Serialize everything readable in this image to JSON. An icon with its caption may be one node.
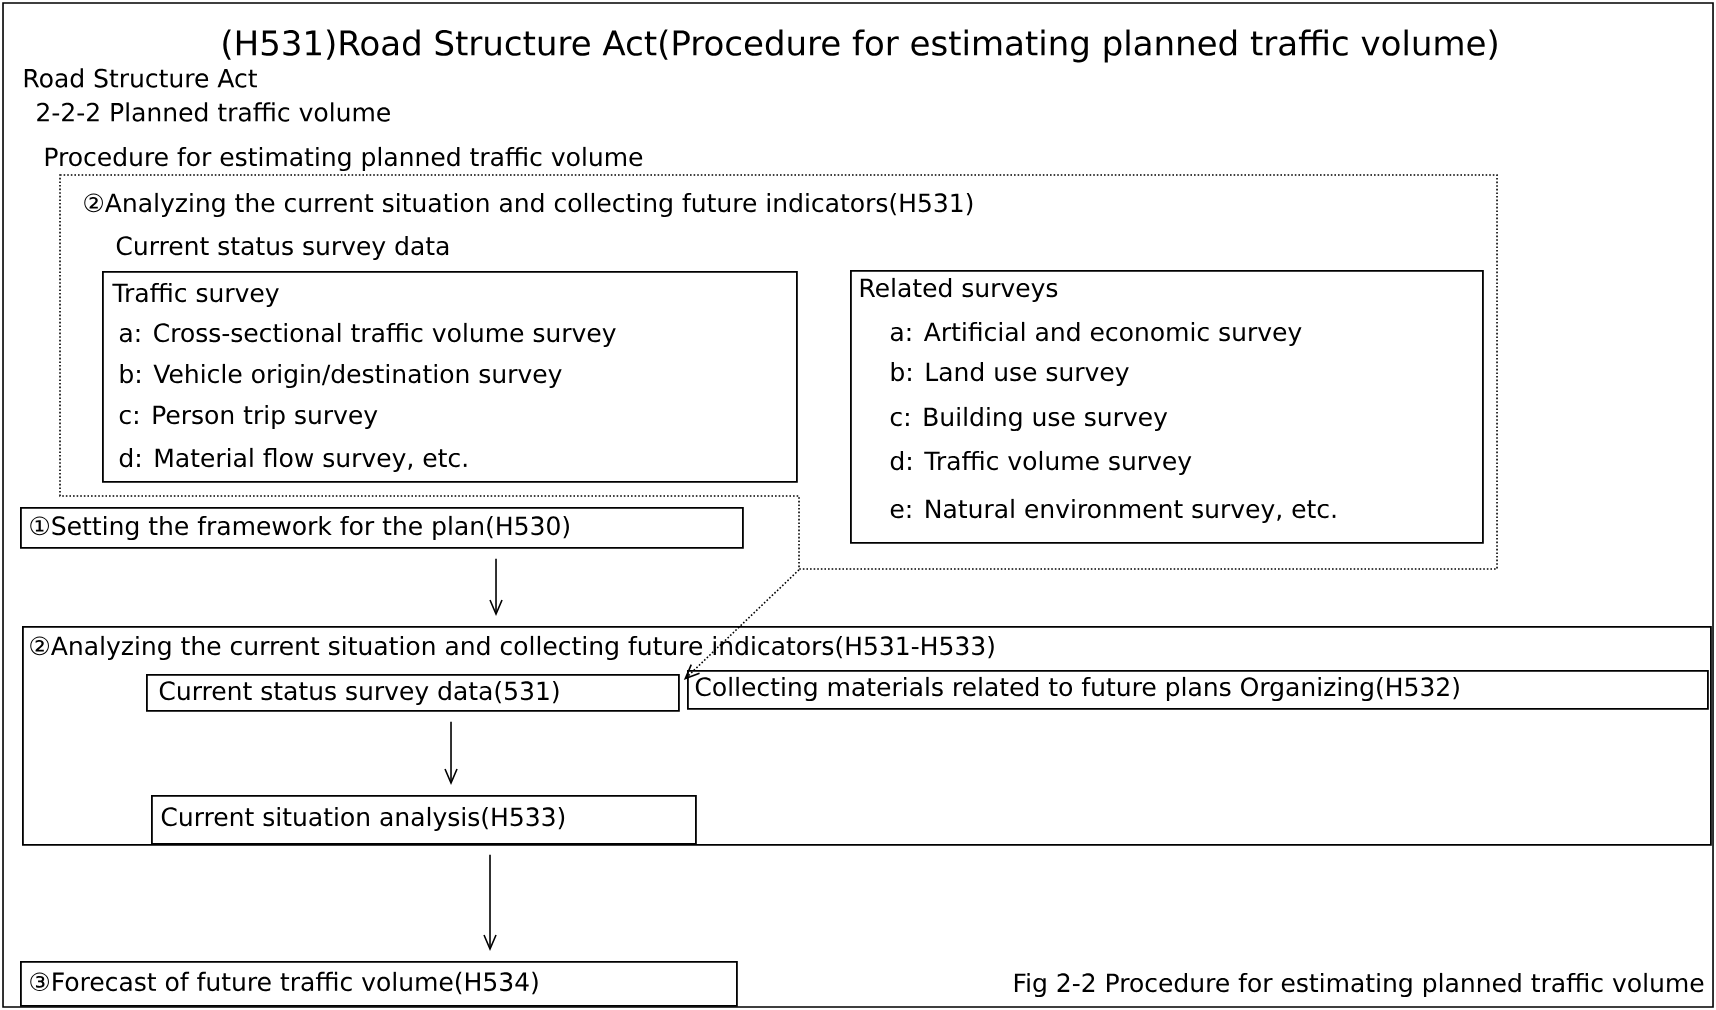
{
  "diagram": {
    "title": "(H531)Road Structure Act(Procedure for estimating planned traffic volume)",
    "caption": "Fig 2-2 Procedure for estimating planned traffic volume",
    "nodes": [
      {
        "text": [
          "②Analyzing the current situation and collecting future indicators(H531)",
          "Current status survey data"
        ]
      },
      {
        "text": [
          "Traffic survey",
          "a: Cross-sectional traffic volume survey",
          "b: Vehicle origin/destination survey",
          "c: Person trip survey",
          "d: Material flow survey, etc."
        ],
        "in": 0
      },
      {
        "text": [
          "Related surveys",
          "a: Artificial and economic survey",
          "b: Land use survey",
          "c: Building use survey",
          "d: Traffic volume survey",
          "e: Natural environment survey, etc."
        ],
        "in": 0
      },
      {
        "text": [
          "①Setting the framework for the plan(H530)"
        ]
      },
      {
        "text": [
          "②Analyzing the current situation and collecting future indicators(H531-H533)"
        ]
      },
      {
        "text": [
          "Current status survey data(531)"
        ],
        "in": 4
      },
      {
        "text": [
          "Collecting materials related to future plans Organizing(H532)"
        ],
        "in": 4
      },
      {
        "text": [
          "Current situation analysis(H533)"
        ],
        "in": 4
      },
      {
        "text": [
          "③Forecast of future traffic volume(H534)"
        ]
      }
    ],
    "edges": [
      {
        "from": 3,
        "to": 4,
        "arrow": "to"
      },
      {
        "from": 5,
        "to": 7,
        "arrow": "to"
      },
      {
        "from": 7,
        "to": 8,
        "arrow": "to"
      },
      {
        "from": 0,
        "to": 5,
        "arrow": "to",
        "style": "dashed"
      }
    ],
    "labels": [
      "Road Structure Act",
      "2-2-2 Planned traffic volume",
      "Procedure for estimating planned traffic volume"
    ]
  }
}
